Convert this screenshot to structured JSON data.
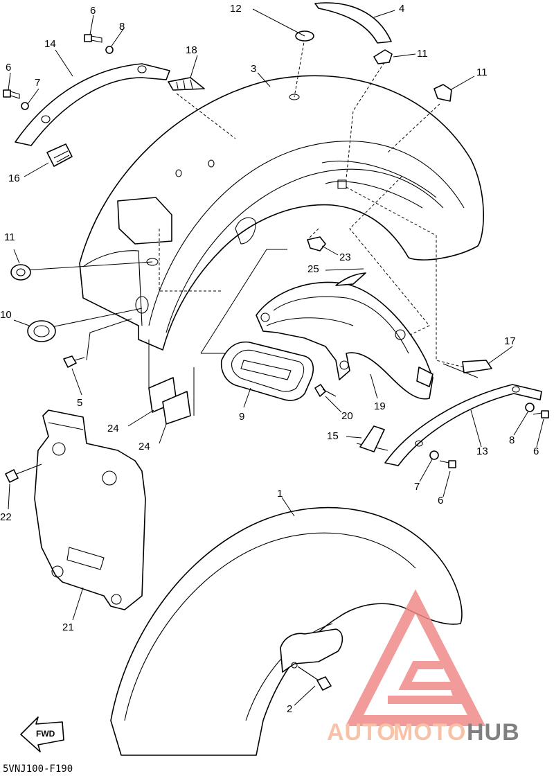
{
  "diagram": {
    "code": "5VNJ100-F190",
    "fwd_label": "FWD",
    "callouts": {
      "c1": "1",
      "c2": "2",
      "c3": "3",
      "c4": "4",
      "c5": "5",
      "c6a": "6",
      "c6b": "6",
      "c6c": "6",
      "c6d": "6",
      "c7a": "7",
      "c7b": "7",
      "c8a": "8",
      "c8b": "8",
      "c9": "9",
      "c10": "10",
      "c11a": "11",
      "c11b": "11",
      "c11c": "11",
      "c12": "12",
      "c13": "13",
      "c14": "14",
      "c15": "15",
      "c16": "16",
      "c17": "17",
      "c18": "18",
      "c19": "19",
      "c20": "20",
      "c21": "21",
      "c22": "22",
      "c23": "23",
      "c24a": "24",
      "c24b": "24",
      "c25": "25"
    }
  },
  "watermark": {
    "brand_auto": "AUTO",
    "brand_moto": "MOTO",
    "brand_hub": "HUB",
    "color_light": "#f7b89a",
    "color_red": "#f08a8a",
    "color_dark": "#6b6b6b"
  }
}
